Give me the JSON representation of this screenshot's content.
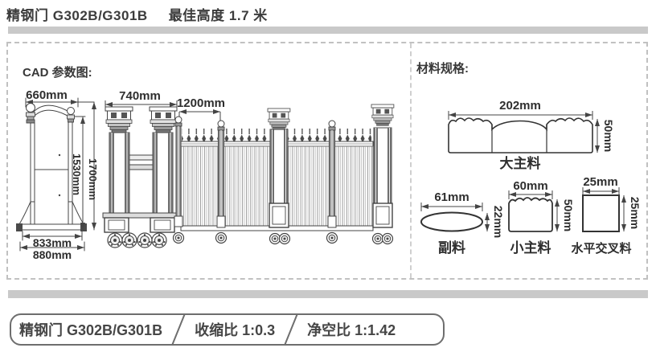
{
  "title": {
    "model": "精钢门 G302B/G301B",
    "height": "最佳高度 1.7 米"
  },
  "cad": {
    "heading": "CAD 参数图:",
    "dims": {
      "top_width": "660mm",
      "head_width": "740mm",
      "section_width": "1200mm",
      "inner_height": "1530mm",
      "total_height": "1700mm",
      "base_inner": "833mm",
      "base_outer": "880mm"
    }
  },
  "materials": {
    "heading": "材料规格:",
    "big_main": {
      "label": "大主料",
      "width": "202mm",
      "height": "50mm"
    },
    "aux": {
      "label": "副料",
      "width": "61mm",
      "height": "22mm"
    },
    "small_main": {
      "label": "小主料",
      "width": "60mm",
      "height": "50mm"
    },
    "cross": {
      "label": "水平交叉料",
      "width": "25mm",
      "height": "25mm"
    }
  },
  "footer": {
    "model": "精钢门 G302B/G301B",
    "shrink_ratio": "收缩比 1:0.3",
    "clearance_ratio": "净空比 1:1.42"
  },
  "colors": {
    "bar_gray": "#c9c9c9",
    "line_dark": "#444444"
  }
}
